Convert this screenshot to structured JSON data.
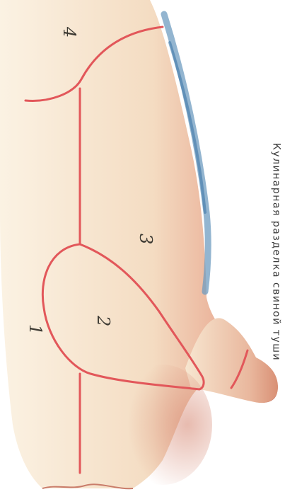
{
  "figure": {
    "caption": "Кулинарная разделка свиной туши",
    "regions": [
      {
        "id": "region-1",
        "label": "1"
      },
      {
        "id": "region-2",
        "label": "2"
      },
      {
        "id": "region-3",
        "label": "3"
      },
      {
        "id": "region-4",
        "label": "4"
      }
    ]
  },
  "colors": {
    "background": "#ffffff",
    "carcass_skin": "#f6e2c8",
    "carcass_shadow": "#d98b74",
    "spine_shadow": "#6f9cc0",
    "cut_lines": "#e2575a",
    "label_text": "#3d3a33",
    "caption_text": "#3a3a3a"
  }
}
